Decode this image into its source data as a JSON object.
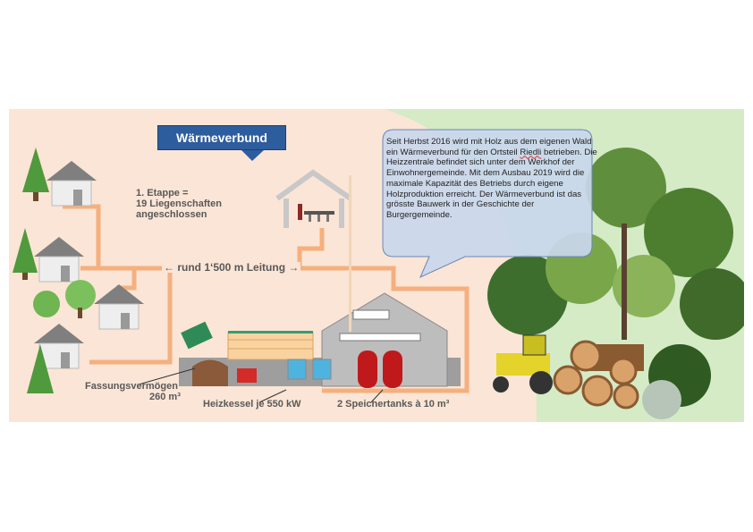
{
  "title": "Wärmeverbund",
  "callout": {
    "before": "Seit Herbst 2016 wird mit Holz aus dem eigenen Wald ein Wärmeverbund für den Ortsteil ",
    "place": "Riedli",
    "after": " betrieben. Die Heizzentrale befindet sich unter dem Werkhof der Einwohnergemeinde. Mit dem Ausbau 2019 wird die maximale Kapazität des Betriebs durch eigene Holzproduktion erreicht. Der Wärmeverbund ist das grösste Bauwerk in der Geschichte der Burgergemeinde."
  },
  "labels": {
    "stage_line1": "1. Etappe =",
    "stage_line2": "19 Liegenschaften",
    "stage_line3": "angeschlossen",
    "pipe": "← rund 1‘500 m Leitung →",
    "capacity_line1": "Fassungsvermögen",
    "capacity_line2": "260 m³",
    "boilers": "Heizkessel je 550 kW",
    "tanks": "2 Speichertanks à 10 m³"
  },
  "colors": {
    "pipe": "#f5b07e",
    "background_left": "#fbe5d6",
    "background_right": "#d4ebc6",
    "title_box": "#2e5d9e",
    "callout": "#c9d7ec",
    "tank": "#c0191b"
  }
}
